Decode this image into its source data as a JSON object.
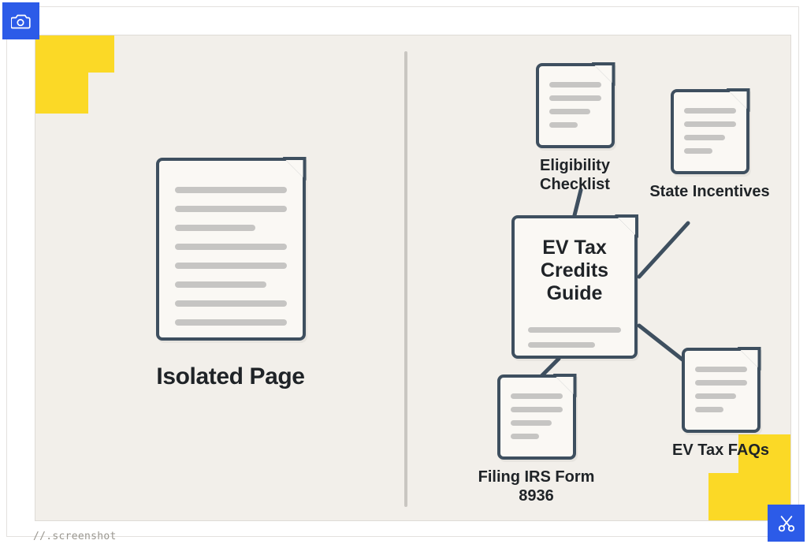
{
  "footer": {
    "label": "//.screenshot"
  },
  "chips": [
    {
      "name": "camera-icon",
      "color": "#2C5BE8",
      "position": "top-left"
    },
    {
      "name": "scissors-icon",
      "color": "#2C5BE8",
      "position": "bottom-right"
    }
  ],
  "colors": {
    "canvas_background": "#f2efea",
    "accent_yellow": "#FBD926",
    "accent_blue": "#2C5BE8",
    "node_outline": "#3E4F5F",
    "node_fill": "#FAF8F4",
    "text_dark": "#1f2327",
    "line_gray": "#c6c5c3",
    "divider_gray": "#c9c6c1"
  },
  "left_panel": {
    "label": "Isolated Page",
    "doc_line_widths": [
      "100%",
      "100%",
      "72%",
      "100%",
      "100%",
      "82%",
      "100%",
      "100%"
    ]
  },
  "right_panel": {
    "center_node": {
      "title": "EV Tax Credits Guide",
      "doc_line_widths": [
        "100%",
        "72%"
      ]
    },
    "nodes": [
      {
        "id": "eligibility",
        "label": "Eligibility Checklist",
        "doc_line_widths": [
          "100%",
          "100%",
          "80%",
          "56%"
        ]
      },
      {
        "id": "state",
        "label": "State Incentives",
        "doc_line_widths": [
          "100%",
          "100%",
          "80%",
          "56%"
        ]
      },
      {
        "id": "filing",
        "label": "Filing IRS Form 8936",
        "doc_line_widths": [
          "100%",
          "100%",
          "80%",
          "56%"
        ]
      },
      {
        "id": "faqs",
        "label": "EV Tax FAQs",
        "doc_line_widths": [
          "100%",
          "100%",
          "80%",
          "56%"
        ]
      }
    ]
  }
}
